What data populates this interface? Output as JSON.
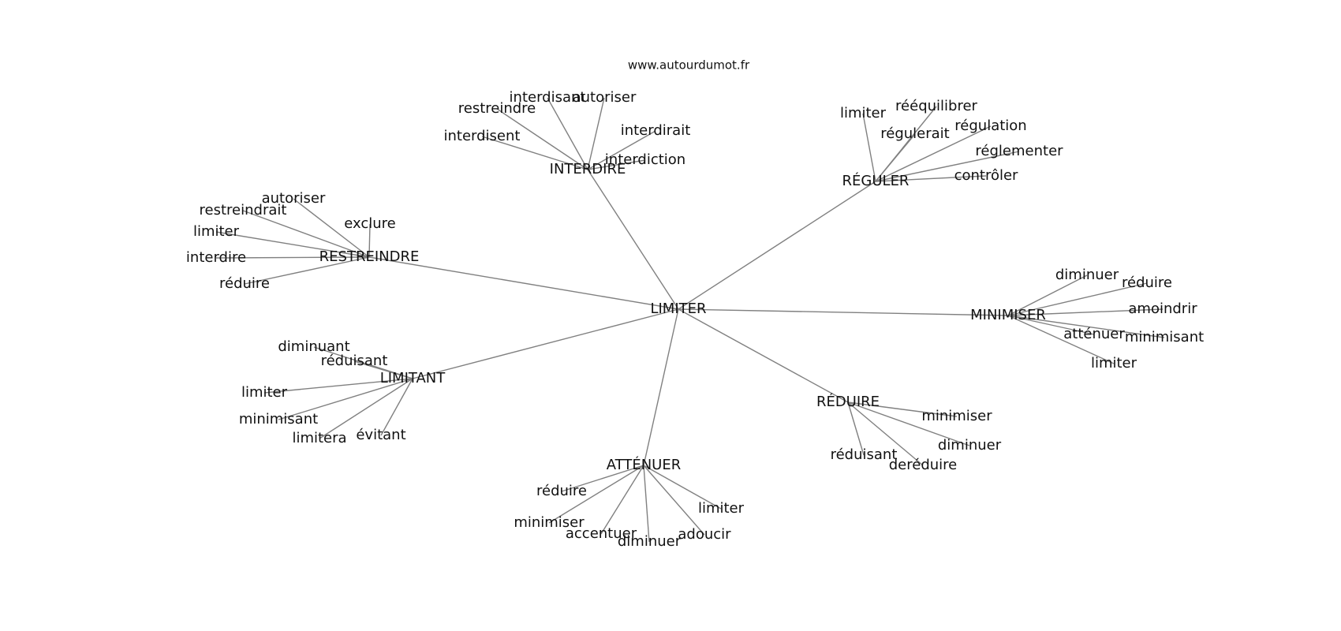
{
  "site": "www.autourdumot.fr",
  "graph": {
    "center": "LIMITER",
    "hubs": [
      {
        "label": "INTERDIRE",
        "words": [
          "interdisant",
          "autoriser",
          "restreindre",
          "interdisent",
          "interdirait",
          "interdiction"
        ]
      },
      {
        "label": "RÉGULER",
        "words": [
          "limiter",
          "rééquilibrer",
          "régulerait",
          "régulation",
          "réglementer",
          "contrôler"
        ]
      },
      {
        "label": "RESTREINDRE",
        "words": [
          "autoriser",
          "restreindrait",
          "exclure",
          "limiter",
          "interdire",
          "réduire"
        ]
      },
      {
        "label": "MINIMISER",
        "words": [
          "diminuer",
          "réduire",
          "amoindrir",
          "atténuer",
          "minimisant",
          "limiter"
        ]
      },
      {
        "label": "LIMITANT",
        "words": [
          "diminuant",
          "réduisant",
          "limiter",
          "minimisant",
          "limitera",
          "évitant"
        ]
      },
      {
        "label": "RÉDUIRE",
        "words": [
          "minimiser",
          "diminuer",
          "réduisant",
          "deréduire"
        ]
      },
      {
        "label": "ATTÉNUER",
        "words": [
          "réduire",
          "limiter",
          "minimiser",
          "accentuer",
          "adoucir",
          "diminuer"
        ]
      }
    ]
  }
}
